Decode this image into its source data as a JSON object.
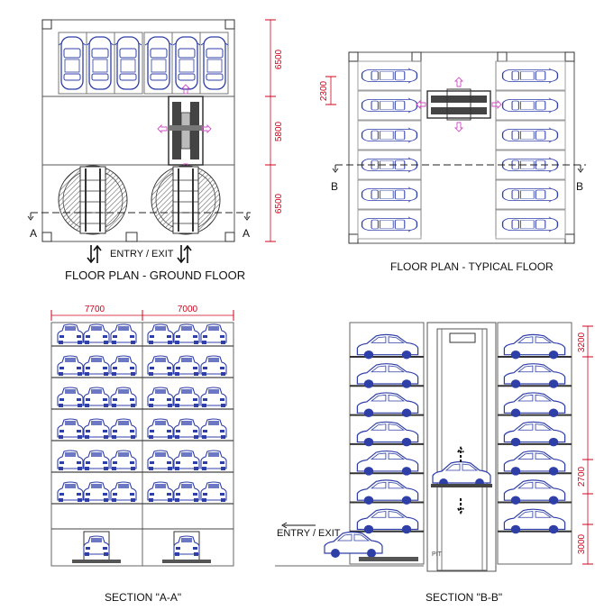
{
  "titles": {
    "ground": "FLOOR PLAN - GROUND FLOOR",
    "typical": "FLOOR PLAN - TYPICAL FLOOR",
    "section_aa": "SECTION \"A-A\"",
    "section_bb": "SECTION \"B-B\""
  },
  "labels": {
    "entry_exit_ground": "ENTRY / EXIT",
    "entry_exit_section": "ENTRY / EXIT",
    "a_left": "A",
    "a_right": "A",
    "b_left": "B",
    "b_right": "B",
    "pit": "PIT"
  },
  "dimensions": {
    "ground_top": "6500",
    "ground_mid": "5800",
    "ground_bottom": "6500",
    "typical_offset": "2300",
    "aa_left_width": "7700",
    "aa_right_width": "7000",
    "bb_top": "3200",
    "bb_mid": "2700",
    "bb_bottom": "3000"
  },
  "colors": {
    "car_blue": "#2f3fa8",
    "dimension_red": "#d0021b",
    "arrow_pink": "#d24fc8",
    "outline": "#333333"
  }
}
